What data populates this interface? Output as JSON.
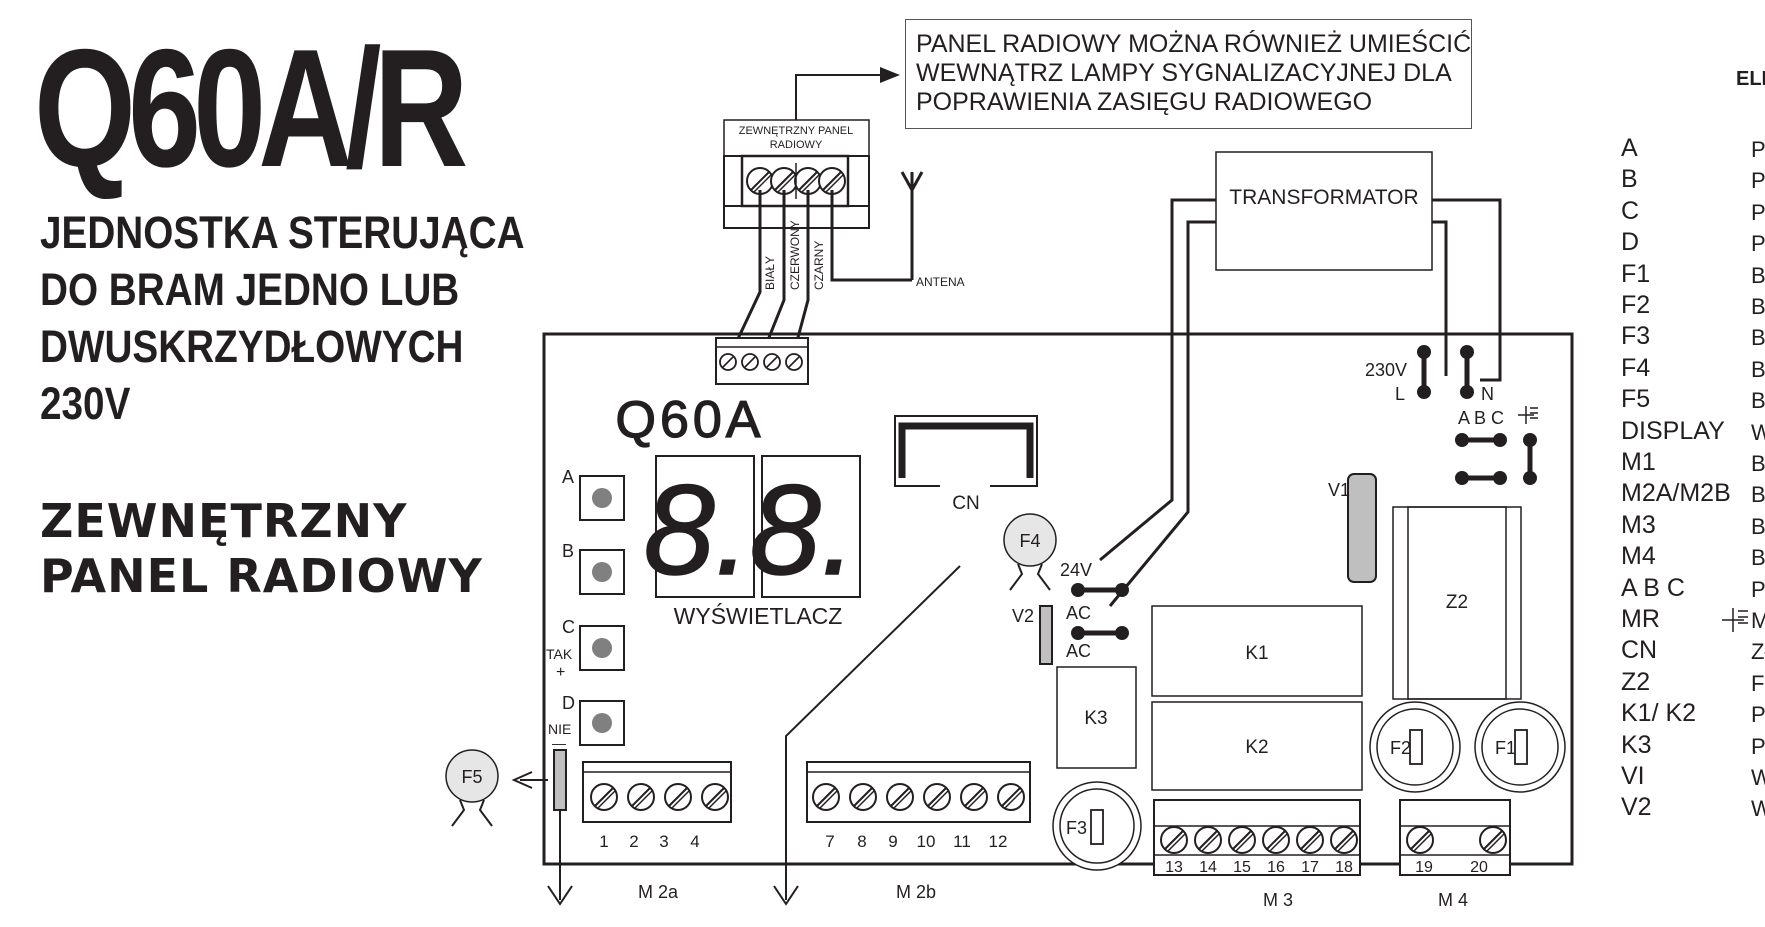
{
  "header": {
    "model": "Q60A/R",
    "subtitle_lines": [
      "JEDNOSTKA STERUJĄCA",
      "DO BRAM JEDNO LUB",
      "DWUSKRZYDŁOWYCH",
      "230V"
    ],
    "panel_title_lines": [
      "ZEWNĘTRZNY",
      "PANEL RADIOWY"
    ]
  },
  "note": {
    "lines": [
      "PANEL RADIOWY MOŻNA RÓWNIEŻ UMIEŚCIĆ",
      "WEWNĄTRZ LAMPY SYGNALIZACYJNEJ DLA",
      "POPRAWIENIA ZASIĘGU RADIOWEGO"
    ]
  },
  "radio_panel": {
    "label_lines": [
      "ZEWNĘTRZNY PANEL",
      "RADIOWY"
    ],
    "wires": [
      "BIAŁY",
      "CZERWONY",
      "CZARNY"
    ],
    "antenna": "ANTENA"
  },
  "transformer": {
    "label": "TRANSFORMATOR"
  },
  "board": {
    "logo": "Q60A",
    "display_label": "WYŚWIETLACZ",
    "display_digits": [
      "8.",
      "8."
    ],
    "cn_label": "CN",
    "buttons": [
      {
        "id": "A",
        "caption": ""
      },
      {
        "id": "B",
        "caption": ""
      },
      {
        "id": "C",
        "caption": "TAK",
        "sign": "+"
      },
      {
        "id": "D",
        "caption": "NIE",
        "sign": "—"
      }
    ],
    "power": {
      "voltage": "230V",
      "l": "L",
      "n": "N"
    },
    "jumper_labels": "A B C",
    "transformer_outputs": {
      "v24": "24V",
      "ac1": "AC",
      "ac2": "AC"
    },
    "components": {
      "f1": "F1",
      "f2": "F2",
      "f3": "F3",
      "f4": "F4",
      "f5": "F5",
      "v1": "V1",
      "v2": "V2",
      "k1": "K1",
      "k2": "K2",
      "k3": "K3",
      "z2": "Z2"
    },
    "terminal_groups": [
      {
        "name": "M 2a",
        "numbers": [
          "1",
          "2",
          "3",
          "4"
        ]
      },
      {
        "name": "M 2b",
        "numbers": [
          "7",
          "8",
          "9",
          "10",
          "11",
          "12"
        ]
      },
      {
        "name": "M 3",
        "numbers": [
          "13",
          "14",
          "15",
          "16",
          "17",
          "18"
        ]
      },
      {
        "name": "M 4",
        "numbers": [
          "19",
          "20"
        ]
      }
    ]
  },
  "legend": {
    "title": "ELI",
    "items": [
      {
        "code": "A",
        "desc": "Pr"
      },
      {
        "code": "B",
        "desc": "Pr"
      },
      {
        "code": "C",
        "desc": "Pr"
      },
      {
        "code": "D",
        "desc": "Pr"
      },
      {
        "code": "F1",
        "desc": "Be"
      },
      {
        "code": "F2",
        "desc": "Be"
      },
      {
        "code": "F3",
        "desc": "Be"
      },
      {
        "code": "F4",
        "desc": "Be"
      },
      {
        "code": "F5",
        "desc": "Be"
      },
      {
        "code": "DISPLAY",
        "desc": "W"
      },
      {
        "code": "M1",
        "desc": "Bl"
      },
      {
        "code": "M2A/M2B",
        "desc": "Bl"
      },
      {
        "code": "M3",
        "desc": "Bl"
      },
      {
        "code": "M4",
        "desc": "Bl"
      },
      {
        "code": "A B C",
        "desc": "Po"
      },
      {
        "code": "MR",
        "desc": "M"
      },
      {
        "code": "CN",
        "desc": "Zł"
      },
      {
        "code": "Z2",
        "desc": "Fi"
      },
      {
        "code": "K1/ K2",
        "desc": "Pr"
      },
      {
        "code": "K3",
        "desc": "Pr"
      },
      {
        "code": "VI",
        "desc": "W"
      },
      {
        "code": "V2",
        "desc": "W"
      }
    ]
  }
}
